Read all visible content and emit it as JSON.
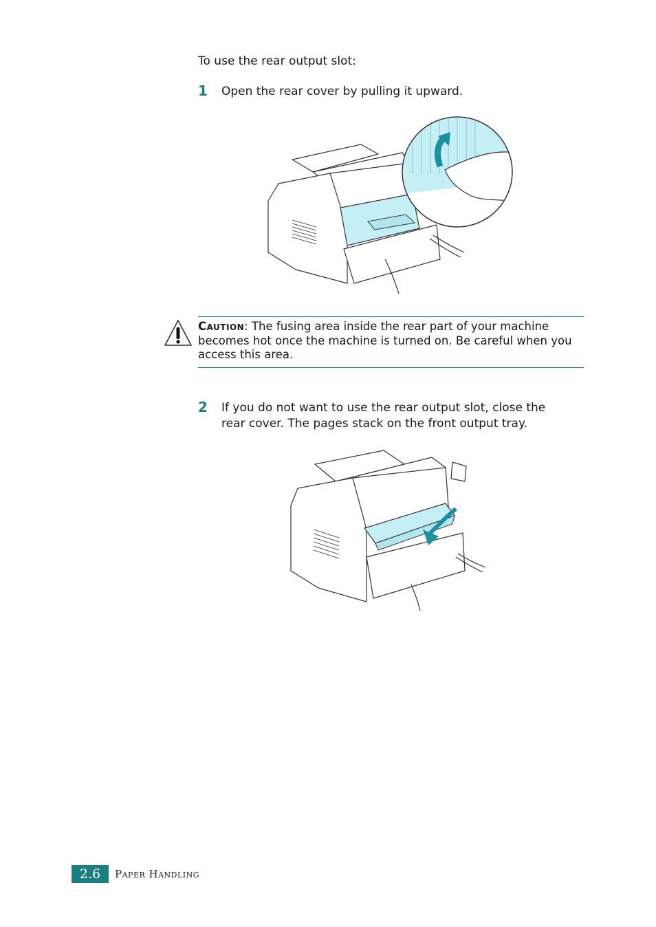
{
  "intro": "To use the rear output slot:",
  "steps": [
    {
      "number": "1",
      "text": "Open the rear cover by pulling it upward."
    },
    {
      "number": "2",
      "text": "If you do not want to use the rear output slot, close the rear cover. The pages stack on the front output tray."
    }
  ],
  "caution": {
    "label": "Caution",
    "text": ": The fusing area inside the rear part of your machine becomes hot once the machine is turned on. Be careful when you access this area."
  },
  "footer": {
    "page": "2.6",
    "section": "Paper Handling"
  },
  "colors": {
    "accent": "#1a7f80",
    "highlight": "#c4eff7",
    "arrow": "#1a90a0"
  }
}
